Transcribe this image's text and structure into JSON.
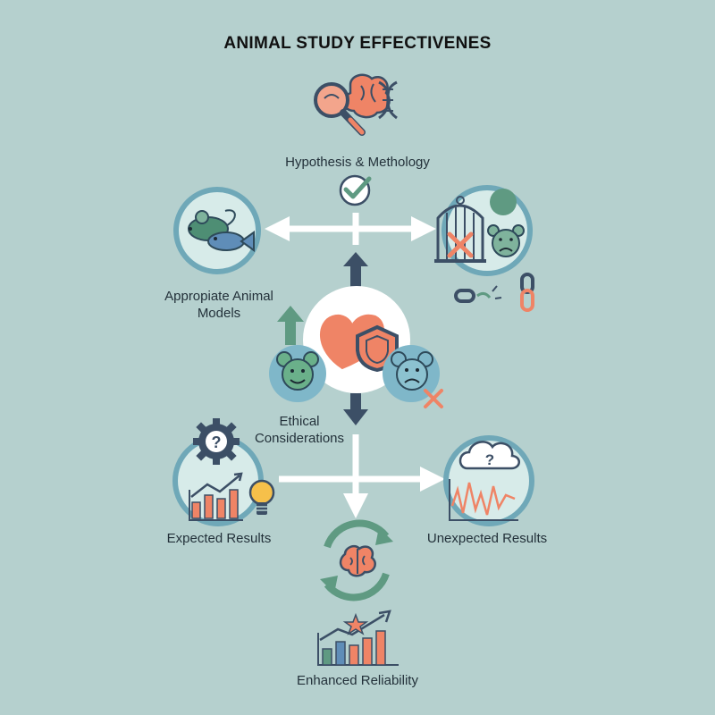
{
  "title": "ANIMAL STUDY EFFECTIVENES",
  "nodes": {
    "hypothesis": "Hypothesis & Methology",
    "animal_models_line1": "Appropiate Animal",
    "animal_models_line2": "Models",
    "ethical_line1": "Ethical",
    "ethical_line2": "Considerations",
    "expected": "Expected Results",
    "unexpected": "Unexpected Results",
    "reliability": "Enhanced Reliability"
  },
  "icons": {
    "lightbulb": "lightbulb-icon",
    "gear_question": "gear-question-icon",
    "cloud_question": "cloud-question-icon"
  },
  "glyphs": {
    "question": "?"
  },
  "colors": {
    "background": "#b5d0ce",
    "teal": "#5f9a82",
    "navy": "#3c4f66",
    "coral": "#ef8466",
    "mouse": "#4e8e74",
    "circle_fill": "#d7ebe9",
    "circle_border": "#6fa8b8",
    "arrow_white": "#ffffff",
    "dark": "#23313a"
  }
}
